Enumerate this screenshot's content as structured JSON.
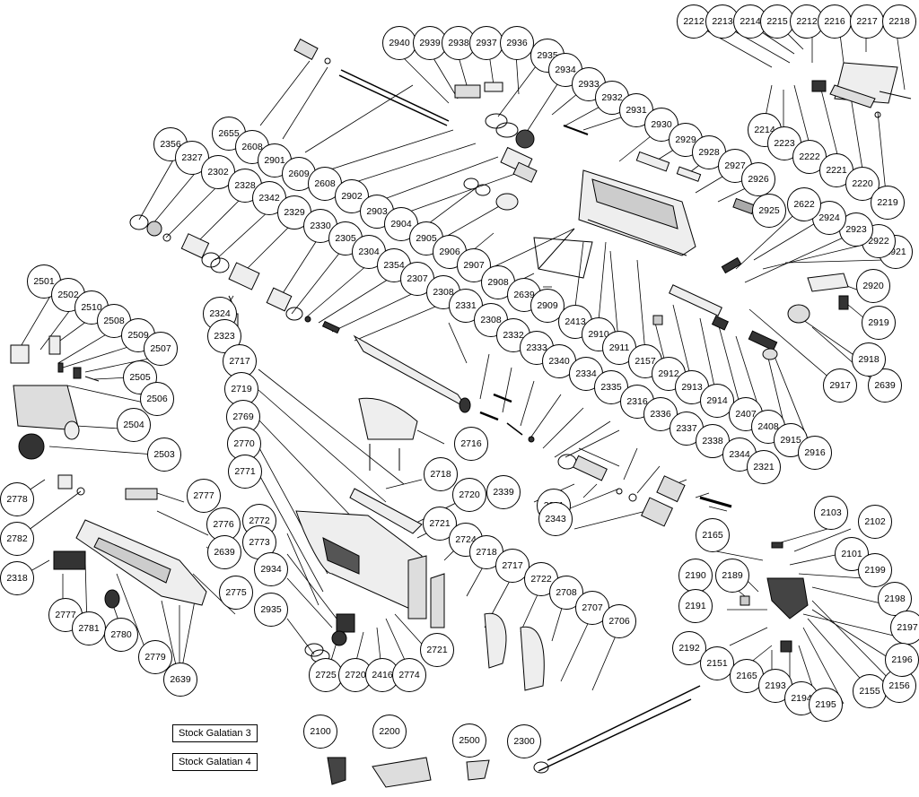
{
  "labels": {
    "group_gas_cylinder": [
      "2940",
      "2939",
      "2938",
      "2937",
      "2936",
      "2935",
      "2934",
      "2933",
      "2932",
      "2931",
      "2930",
      "2929",
      "2928",
      "2927",
      "2926",
      "2925"
    ],
    "group_trigger_top": [
      "2212",
      "2213",
      "2214",
      "2215",
      "2212",
      "2216",
      "2217",
      "2218",
      "2214",
      "2223",
      "2222",
      "2221",
      "2220",
      "2219"
    ],
    "group_barrel_left": [
      "2655",
      "2608",
      "2901",
      "2609",
      "2608",
      "2902",
      "2903",
      "2904",
      "2905",
      "2906",
      "2907",
      "2356",
      "2327",
      "2302",
      "2328",
      "2342",
      "2329",
      "2330",
      "2305",
      "2304",
      "2354",
      "2307",
      "2308",
      "2331",
      "2308",
      "2324",
      "2323"
    ],
    "group_receiver": [
      "2908",
      "2639",
      "2909",
      "2413",
      "2910",
      "2911",
      "2157",
      "2912",
      "2913",
      "2914",
      "2407",
      "2408",
      "2915",
      "2916",
      "2917",
      "2639",
      "2918",
      "2919",
      "2920",
      "2921",
      "2922",
      "2923",
      "2924",
      "2622"
    ],
    "group_spring": [
      "2332",
      "2333",
      "2340",
      "2334",
      "2335",
      "2316",
      "2336",
      "2337",
      "2338",
      "2344",
      "2321",
      "2339",
      "2211",
      "2343"
    ],
    "group_sight": [
      "2501",
      "2502",
      "2510",
      "2508",
      "2509",
      "2507",
      "2505",
      "2506",
      "2504",
      "2503"
    ],
    "group_stock": [
      "2717",
      "2719",
      "2769",
      "2770",
      "2771",
      "2716",
      "2718",
      "2720",
      "2721",
      "2724",
      "2718",
      "2717",
      "2722",
      "2708",
      "2707",
      "2706",
      "2772",
      "2773",
      "2934",
      "2935",
      "2725",
      "2720",
      "2416",
      "2774",
      "2721"
    ],
    "group_forend": [
      "2777",
      "2776",
      "2639",
      "2775",
      "2778",
      "2782",
      "2318",
      "2777",
      "2781",
      "2780",
      "2779",
      "2639"
    ],
    "group_trigger_assembly": [
      "2103",
      "2102",
      "2165",
      "2101",
      "2199",
      "2190",
      "2189",
      "2198",
      "2191",
      "2197",
      "2192",
      "2151",
      "2165",
      "2193",
      "2194",
      "2195",
      "2155",
      "2156",
      "2196"
    ],
    "group_bottom": [
      "2100",
      "2200",
      "2500",
      "2300"
    ]
  },
  "boxes": {
    "stock_g3": "Stock Galatian 3",
    "stock_g4": "Stock Galatian 4"
  },
  "colors": {
    "line": "#000000",
    "fill_light": "#e6e6e6",
    "fill_mid": "#bdbdbd",
    "fill_dark": "#3a3a3a"
  }
}
